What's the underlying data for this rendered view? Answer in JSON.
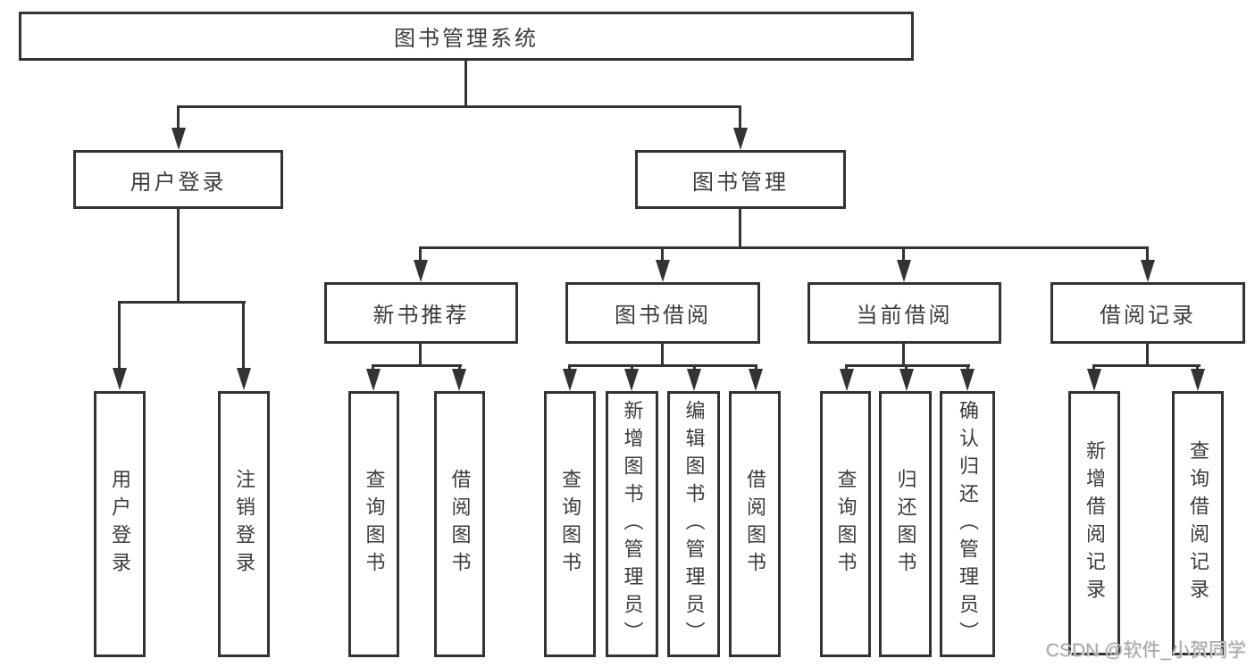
{
  "tree": {
    "root": {
      "label": "图书管理系统"
    },
    "children": [
      {
        "label": "用户登录",
        "children": [
          {
            "label": "用户登录"
          },
          {
            "label": "注销登录"
          }
        ]
      },
      {
        "label": "图书管理",
        "children": [
          {
            "label": "新书推荐",
            "children": [
              {
                "label": "查询图书"
              },
              {
                "label": "借阅图书"
              }
            ]
          },
          {
            "label": "图书借阅",
            "children": [
              {
                "label": "查询图书"
              },
              {
                "label": "新增图书（管理员）"
              },
              {
                "label": "编辑图书（管理员）"
              },
              {
                "label": "借阅图书"
              }
            ]
          },
          {
            "label": "当前借阅",
            "children": [
              {
                "label": "查询图书"
              },
              {
                "label": "归还图书"
              },
              {
                "label": "确认归还（管理员）"
              }
            ]
          },
          {
            "label": "借阅记录",
            "children": [
              {
                "label": "新增借阅记录"
              },
              {
                "label": "查询借阅记录"
              }
            ]
          }
        ]
      }
    ]
  },
  "watermark": {
    "text": "CSDN @软件_小贺同学"
  },
  "colors": {
    "line": "#333333",
    "text": "#3c3c3c",
    "watermark": "#a8a8a8",
    "background": "#ffffff"
  }
}
